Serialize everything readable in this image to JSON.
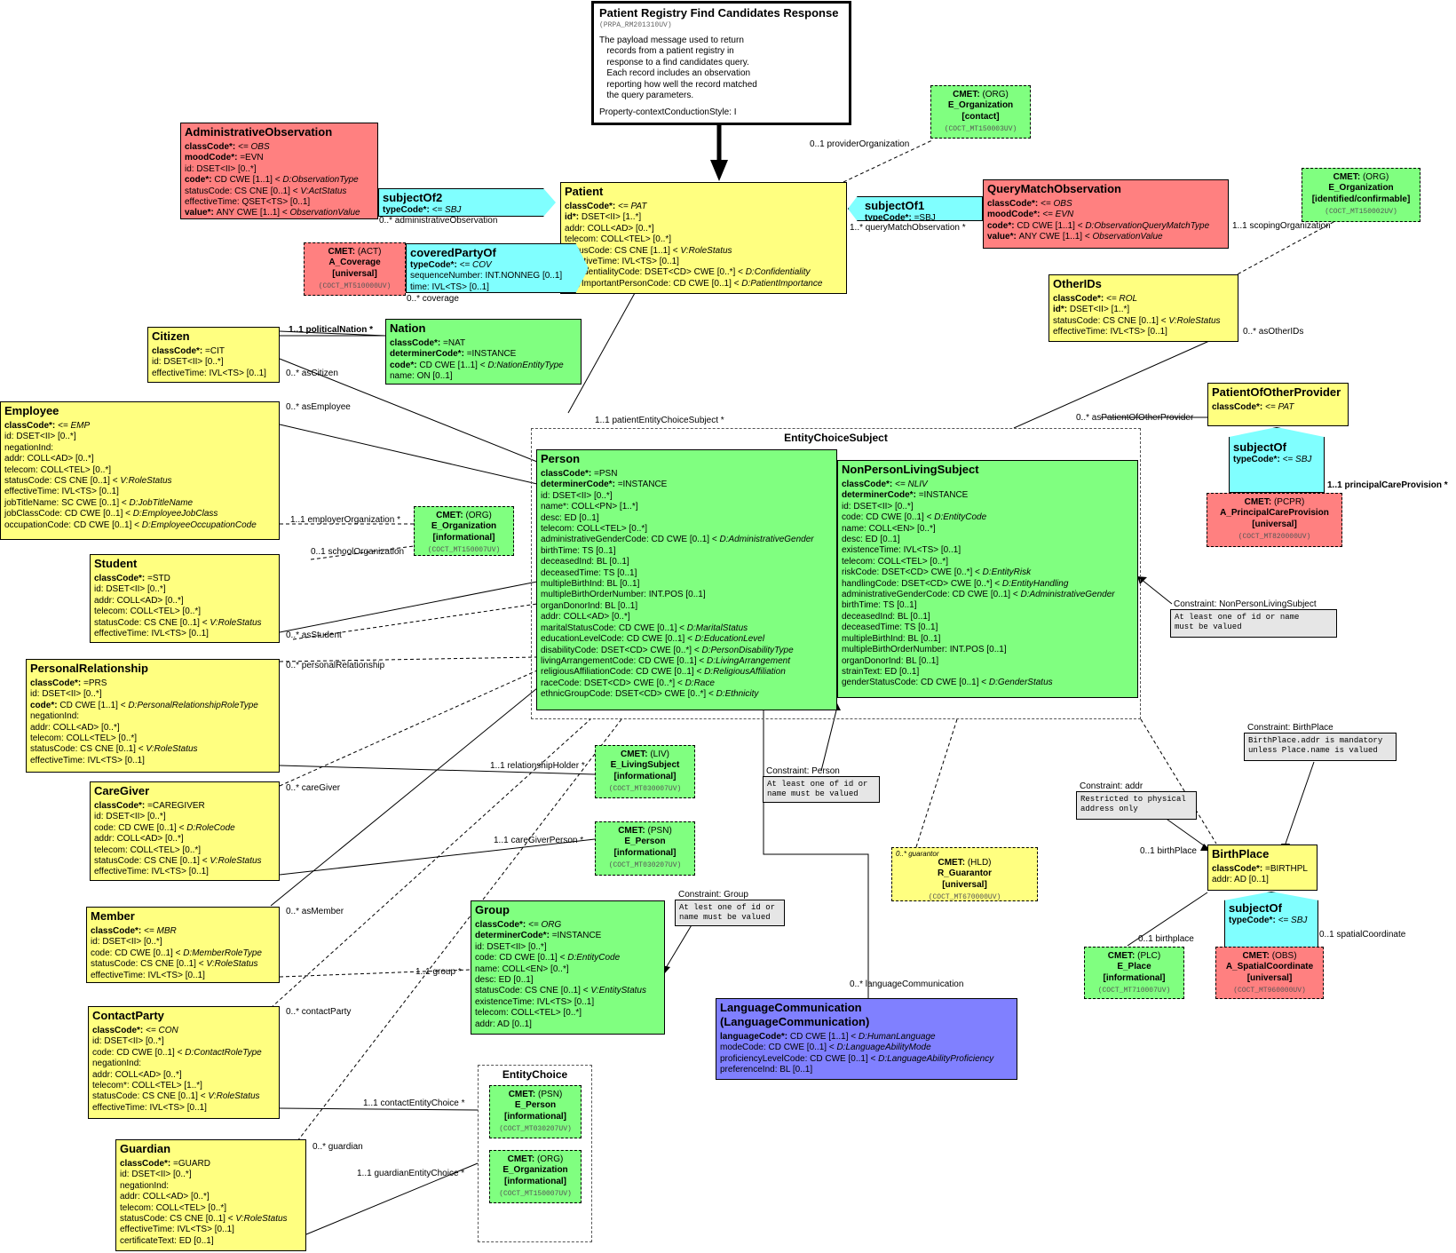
{
  "header": {
    "title": "Patient Registry Find Candidates Response",
    "code": "(PRPA_RM201310UV)",
    "description": "The payload message used to return\n   records from a patient registry in\n   response to a find candidates query.\n   Each record includes an observation\n   reporting how well the record matched\n   the query parameters.",
    "style": "Property-contextConductionStyle: I"
  },
  "choices": {
    "entityChoiceSubject": "EntityChoiceSubject",
    "entityChoice": "EntityChoice"
  },
  "assoc": {
    "subjectOf2": {
      "title": "subjectOf2",
      "k": "typeCode*: ",
      "v": "<= SBJ"
    },
    "coveredPartyOf": {
      "title": "coveredPartyOf",
      "k": "typeCode*: ",
      "v": "<= COV",
      "a1": "sequenceNumber: INT.NONNEG [0..1]",
      "a2": "time: IVL<TS> [0..1]"
    },
    "subjectOf1": {
      "title": "subjectOf1",
      "k": "typeCode*: ",
      "v": "=SBJ"
    },
    "subjectOfPcpr": {
      "title": "subjectOf",
      "k": "typeCode*: ",
      "v": "<= SBJ"
    },
    "subjectOfSpatial": {
      "title": "subjectOf",
      "k": "typeCode*: ",
      "v": "<= SBJ"
    }
  },
  "labels": {
    "adminObsRole": "0..* administrativeObservation",
    "coverage": "0..* coverage",
    "providerOrganization": "0..1 providerOrganization",
    "queryMatchObservation": "1..* queryMatchObservation  *",
    "scopingOrganization": "1..1 scopingOrganization",
    "asOtherIDs": "0..* asOtherIDs",
    "politicalNation": "1..1 politicalNation  *",
    "asCitizen": "0..* asCitizen",
    "asEmployee": "0..* asEmployee",
    "employerOrganization": "1..1 employerOrganization  *",
    "schoolOrganization": "0..1 schoolOrganization",
    "asStudent": "0..* asStudent",
    "personalRelationship": "0..* personalRelationship",
    "relationshipHolder": "1..1 relationshipHolder  *",
    "careGiver": "0..* careGiver",
    "careGiverPerson": "1..1 careGiverPerson  *",
    "asMember": "0..* asMember",
    "group": "1..1 group  *",
    "contactParty": "0..* contactParty",
    "contactEntityChoice": "1..1 contactEntityChoice  *",
    "guardian": "0..* guardian",
    "guardianEntityChoice": "1..1 guardianEntityChoice  *",
    "patientEntityChoiceSubject": "1..1 patientEntityChoiceSubject  *",
    "asPatientOfOtherProvider": "0..* asPatientOfOtherProvider",
    "principalCareProvision": "1..1 principalCareProvision  *",
    "birthPlaceRole": "0..1 birthPlace",
    "spatialCoordinate": "0..1 spatialCoordinate",
    "birthplace": "0..1 birthplace",
    "guarantor": "0..* guarantor",
    "languageCommunication": "0..* languageCommunication"
  },
  "classes": {
    "adminObs": {
      "title": "AdministrativeObservation",
      "a0k": "classCode*: ",
      "a0v": "<= OBS",
      "a1k": "moodCode*: ",
      "a1v": "=EVN",
      "a2": "id: DSET<II> [0..*]",
      "a3k": "code*: ",
      "a3v": "CD CWE [1..1] < ",
      "a3i": "D:ObservationType",
      "a4v": "statusCode: CS CNE [0..1] < ",
      "a4i": "V:ActStatus",
      "a5": "effectiveTime: QSET<TS> [0..1]",
      "a6k": "value*: ",
      "a6v": "ANY CWE [1..1] < ",
      "a6i": "ObservationValue"
    },
    "patient": {
      "title": "Patient",
      "a0k": "classCode*: ",
      "a0v": "<= PAT",
      "a1k": "id*: ",
      "a1v": "DSET<II> [1..*]",
      "a2": "addr: COLL<AD> [0..*]",
      "a3": "telecom: COLL<TEL> [0..*]",
      "a4v": "statusCode: CS CNE [1..1] < ",
      "a4i": "V:RoleStatus",
      "a5": "effectiveTime: IVL<TS> [0..1]",
      "a6v": "confidentialityCode: DSET<CD> CWE [0..*] < ",
      "a6i": "D:Confidentiality",
      "a7v": "veryImportantPersonCode: CD CWE [0..1] < ",
      "a7i": "D:PatientImportance"
    },
    "qmo": {
      "title": "QueryMatchObservation",
      "a0k": "classCode*: ",
      "a0v": "<= OBS",
      "a1k": "moodCode*: ",
      "a1v": "<= EVN",
      "a2k": "code*: ",
      "a2v": "CD CWE [1..1] < ",
      "a2i": "D:ObservationQueryMatchType",
      "a3k": "value*: ",
      "a3v": "ANY CWE [1..1] < ",
      "a3i": "ObservationValue"
    },
    "otherIds": {
      "title": "OtherIDs",
      "a0k": "classCode*: ",
      "a0v": "<= ROL",
      "a1k": "id*: ",
      "a1v": "DSET<II> [1..*]",
      "a2v": "statusCode: CS CNE [0..1] < ",
      "a2i": "V:RoleStatus",
      "a3": "effectiveTime: IVL<TS> [0..1]"
    },
    "citizen": {
      "title": "Citizen",
      "a0k": "classCode*: ",
      "a0v": "=CIT",
      "a1": "id: DSET<II> [0..*]",
      "a2": "effectiveTime: IVL<TS> [0..1]"
    },
    "nation": {
      "title": "Nation",
      "a0k": "classCode*: ",
      "a0v": "=NAT",
      "a1k": "determinerCode*: ",
      "a1v": "=INSTANCE",
      "a2k": "code*: ",
      "a2v": "CD CWE [1..1] < ",
      "a2i": "D:NationEntityType",
      "a3": "name: ON [0..1]"
    },
    "employee": {
      "title": "Employee",
      "a0k": "classCode*: ",
      "a0v": "<= EMP",
      "a1": "id: DSET<II> [0..*]",
      "a2": "negationInd:",
      "a3": "addr: COLL<AD> [0..*]",
      "a4": "telecom: COLL<TEL> [0..*]",
      "a5v": "statusCode: CS CNE [0..1] < ",
      "a5i": "V:RoleStatus",
      "a6": "effectiveTime: IVL<TS> [0..1]",
      "a7v": "jobTitleName: SC CWE [0..1] < ",
      "a7i": "D:JobTitleName",
      "a8v": "jobClassCode: CD CWE [0..1] < ",
      "a8i": "D:EmployeeJobClass",
      "a9v": "occupationCode: CD CWE [0..1] < ",
      "a9i": "D:EmployeeOccupationCode"
    },
    "student": {
      "title": "Student",
      "a0k": "classCode*: ",
      "a0v": "=STD",
      "a1": "id: DSET<II> [0..*]",
      "a2": "addr: COLL<AD> [0..*]",
      "a3": "telecom: COLL<TEL> [0..*]",
      "a4v": "statusCode: CS CNE [0..1] < ",
      "a4i": "V:RoleStatus",
      "a5": "effectiveTime: IVL<TS> [0..1]"
    },
    "personalRel": {
      "title": "PersonalRelationship",
      "a0k": "classCode*: ",
      "a0v": "=PRS",
      "a1": "id: DSET<II> [0..*]",
      "a2k": "code*: ",
      "a2v": "CD CWE [1..1] < ",
      "a2i": "D:PersonalRelationshipRoleType",
      "a3": "negationInd:",
      "a4": "addr: COLL<AD> [0..*]",
      "a5": "telecom: COLL<TEL> [0..*]",
      "a6v": "statusCode: CS CNE [0..1] < ",
      "a6i": "V:RoleStatus",
      "a7": "effectiveTime: IVL<TS> [0..1]"
    },
    "careGiver": {
      "title": "CareGiver",
      "a0k": "classCode*: ",
      "a0v": "=CAREGIVER",
      "a1": "id: DSET<II> [0..*]",
      "a2v": "code: CD CWE [0..1] < ",
      "a2i": "D:RoleCode",
      "a3": "addr: COLL<AD> [0..*]",
      "a4": "telecom: COLL<TEL> [0..*]",
      "a5v": "statusCode: CS CNE [0..1] < ",
      "a5i": "V:RoleStatus",
      "a6": "effectiveTime: IVL<TS> [0..1]"
    },
    "member": {
      "title": "Member",
      "a0k": "classCode*: ",
      "a0v": "<= MBR",
      "a1": "id: DSET<II> [0..*]",
      "a2v": "code: CD CWE [0..1] < ",
      "a2i": "D:MemberRoleType",
      "a3v": "statusCode: CS CNE [0..1] < ",
      "a3i": "V:RoleStatus",
      "a4": "effectiveTime: IVL<TS> [0..1]"
    },
    "group": {
      "title": "Group",
      "a0k": "classCode*: ",
      "a0v": "<= ORG",
      "a1k": "determinerCode*: ",
      "a1v": "=INSTANCE",
      "a2": "id: DSET<II> [0..*]",
      "a3v": "code: CD CWE [0..1] < ",
      "a3i": "D:EntityCode",
      "a4": "name: COLL<EN> [0..*]",
      "a5": "desc: ED [0..1]",
      "a6v": "statusCode: CS CNE [0..1] < ",
      "a6i": "V:EntityStatus",
      "a7": "existenceTime: IVL<TS> [0..1]",
      "a8": "telecom: COLL<TEL> [0..*]",
      "a9": "addr: AD [0..1]"
    },
    "contactParty": {
      "title": "ContactParty",
      "a0k": "classCode*: ",
      "a0v": "<= CON",
      "a1": "id: DSET<II> [0..*]",
      "a2v": "code: CD CWE [0..1] < ",
      "a2i": "D:ContactRoleType",
      "a3": "negationInd:",
      "a4": "addr: COLL<AD> [0..*]",
      "a5": "telecom*: COLL<TEL> [1..*]",
      "a6v": "statusCode: CS CNE [0..1] < ",
      "a6i": "V:RoleStatus",
      "a7": "effectiveTime: IVL<TS> [0..1]"
    },
    "guardian": {
      "title": "Guardian",
      "a0k": "classCode*: ",
      "a0v": "=GUARD",
      "a1": "id: DSET<II> [0..*]",
      "a2": "negationInd:",
      "a3": "addr: COLL<AD> [0..*]",
      "a4": "telecom: COLL<TEL> [0..*]",
      "a5v": "statusCode: CS CNE [0..1] < ",
      "a5i": "V:RoleStatus",
      "a6": "effectiveTime: IVL<TS> [0..1]",
      "a7": "certificateText: ED [0..1]"
    },
    "person": {
      "title": "Person",
      "a0k": "classCode*: ",
      "a0v": "=PSN",
      "a1k": "determinerCode*: ",
      "a1v": "=INSTANCE",
      "a2": "id: DSET<II> [0..*]",
      "a3": "name*: COLL<PN> [1..*]",
      "a4": "desc: ED [0..1]",
      "a5": "telecom: COLL<TEL> [0..*]",
      "a6v": "administrativeGenderCode: CD CWE [0..1] < ",
      "a6i": "D:AdministrativeGender",
      "a7": "birthTime: TS [0..1]",
      "a8": "deceasedInd: BL [0..1]",
      "a9": "deceasedTime: TS [0..1]",
      "a10": "multipleBirthInd: BL [0..1]",
      "a11": "multipleBirthOrderNumber: INT.POS [0..1]",
      "a12": "organDonorInd: BL [0..1]",
      "a13": "addr: COLL<AD> [0..*]",
      "a14v": "maritalStatusCode: CD CWE [0..1] < ",
      "a14i": "D:MaritalStatus",
      "a15v": "educationLevelCode: CD CWE [0..1] < ",
      "a15i": "D:EducationLevel",
      "a16v": "disabilityCode: DSET<CD> CWE [0..*] < ",
      "a16i": "D:PersonDisabilityType",
      "a17v": "livingArrangementCode: CD CWE [0..1] < ",
      "a17i": "D:LivingArrangement",
      "a18v": "religiousAffiliationCode: CD CWE [0..1] < ",
      "a18i": "D:ReligiousAffiliation",
      "a19v": "raceCode: DSET<CD> CWE [0..*] < ",
      "a19i": "D:Race",
      "a20v": "ethnicGroupCode: DSET<CD> CWE [0..*] < ",
      "a20i": "D:Ethnicity"
    },
    "npls": {
      "title": "NonPersonLivingSubject",
      "a0k": "classCode*: ",
      "a0v": "<= NLIV",
      "a1k": "determinerCode*: ",
      "a1v": "=INSTANCE",
      "a2": "id: DSET<II> [0..*]",
      "a3v": "code: CD CWE [0..1] < ",
      "a3i": "D:EntityCode",
      "a4": "name: COLL<EN> [0..*]",
      "a5": "desc: ED [0..1]",
      "a6": "existenceTime: IVL<TS> [0..1]",
      "a7": "telecom: COLL<TEL> [0..*]",
      "a8v": "riskCode: DSET<CD> CWE [0..*] < ",
      "a8i": "D:EntityRisk",
      "a9v": "handlingCode: DSET<CD> CWE [0..*] < ",
      "a9i": "D:EntityHandling",
      "a10v": "administrativeGenderCode: CD CWE [0..1] < ",
      "a10i": "D:AdministrativeGender",
      "a11": "birthTime: TS [0..1]",
      "a12": "deceasedInd: BL [0..1]",
      "a13": "deceasedTime: TS [0..1]",
      "a14": "multipleBirthInd: BL [0..1]",
      "a15": "multipleBirthOrderNumber: INT.POS [0..1]",
      "a16": "organDonorInd: BL [0..1]",
      "a17": "strainText: ED [0..1]",
      "a18v": "genderStatusCode: CD CWE [0..1] < ",
      "a18i": "D:GenderStatus"
    },
    "poop": {
      "title": "PatientOfOtherProvider",
      "a0k": "classCode*: ",
      "a0v": "<= PAT"
    },
    "birthPlace": {
      "title": "BirthPlace",
      "a0k": "classCode*: ",
      "a0v": "=BIRTHPL",
      "a1": "addr: AD [0..1]"
    },
    "langComm": {
      "title": "LanguageCommunication",
      "title2": "(LanguageCommunication)",
      "a0k": "languageCode*: ",
      "a0v": "CD CWE [1..1] < ",
      "a0i": "D:HumanLanguage",
      "a1v": "modeCode: CD CWE [0..1] < ",
      "a1i": "D:LanguageAbilityMode",
      "a2v": "proficiencyLevelCode: CD CWE [0..1] < ",
      "a2i": "D:LanguageAbilityProficiency",
      "a3": "preferenceInd: BL [0..1]"
    }
  },
  "cmets": {
    "coverage": {
      "h": "CMET:",
      "t": "(ACT)",
      "n": "A_Coverage",
      "a": "[universal]",
      "c": "(COCT_MT510000UV)"
    },
    "orgContact": {
      "h": "CMET:",
      "t": "(ORG)",
      "n": "E_Organization",
      "a": "[contact]",
      "c": "(COCT_MT150003UV)"
    },
    "orgIdent": {
      "h": "CMET:",
      "t": "(ORG)",
      "n": "E_Organization",
      "a": "[identified/confirmable]",
      "c": "(COCT_MT150002UV)"
    },
    "orgInfo1": {
      "h": "CMET:",
      "t": "(ORG)",
      "n": "E_Organization",
      "a": "[informational]",
      "c": "(COCT_MT150007UV)"
    },
    "livingSubject": {
      "h": "CMET:",
      "t": "(LIV)",
      "n": "E_LivingSubject",
      "a": "[informational]",
      "c": "(COCT_MT030007UV)"
    },
    "person1": {
      "h": "CMET:",
      "t": "(PSN)",
      "n": "E_Person",
      "a": "[informational]",
      "c": "(COCT_MT030207UV)"
    },
    "person2": {
      "h": "CMET:",
      "t": "(PSN)",
      "n": "E_Person",
      "a": "[informational]",
      "c": "(COCT_MT030207UV)"
    },
    "orgInfo2": {
      "h": "CMET:",
      "t": "(ORG)",
      "n": "E_Organization",
      "a": "[informational]",
      "c": "(COCT_MT150007UV)"
    },
    "pcpr": {
      "h": "CMET:",
      "t": "(PCPR)",
      "n": "A_PrincipalCareProvision",
      "a": "[universal]",
      "c": "(COCT_MT820000UV)"
    },
    "place": {
      "h": "CMET:",
      "t": "(PLC)",
      "n": "E_Place",
      "a": "[informational]",
      "c": "(COCT_MT710007UV)"
    },
    "spatial": {
      "h": "CMET:",
      "t": "(OBS)",
      "n": "A_SpatialCoordinate",
      "a": "[universal]",
      "c": "(COCT_MT960000UV)"
    },
    "guarantor": {
      "h": "CMET:",
      "t": "(HLD)",
      "n": "R_Guarantor",
      "a": "[universal]",
      "c": "(COCT_MT670000UV)"
    }
  },
  "constraints": {
    "group": {
      "label": "Constraint: Group",
      "text": "At lest one of id or\nname must be valued"
    },
    "person": {
      "label": "Constraint: Person",
      "text": "At least one of id or\nname must be valued"
    },
    "npls": {
      "label": "Constraint: NonPersonLivingSubject",
      "text": "At least one of id or name\nmust be valued"
    },
    "addr": {
      "label": "Constraint: addr",
      "text": "Restricted to physical\naddress only"
    },
    "birthPlace": {
      "label": "Constraint: BirthPlace",
      "text": "BirthPlace.addr is mandatory\nunless Place.name is valued"
    }
  }
}
